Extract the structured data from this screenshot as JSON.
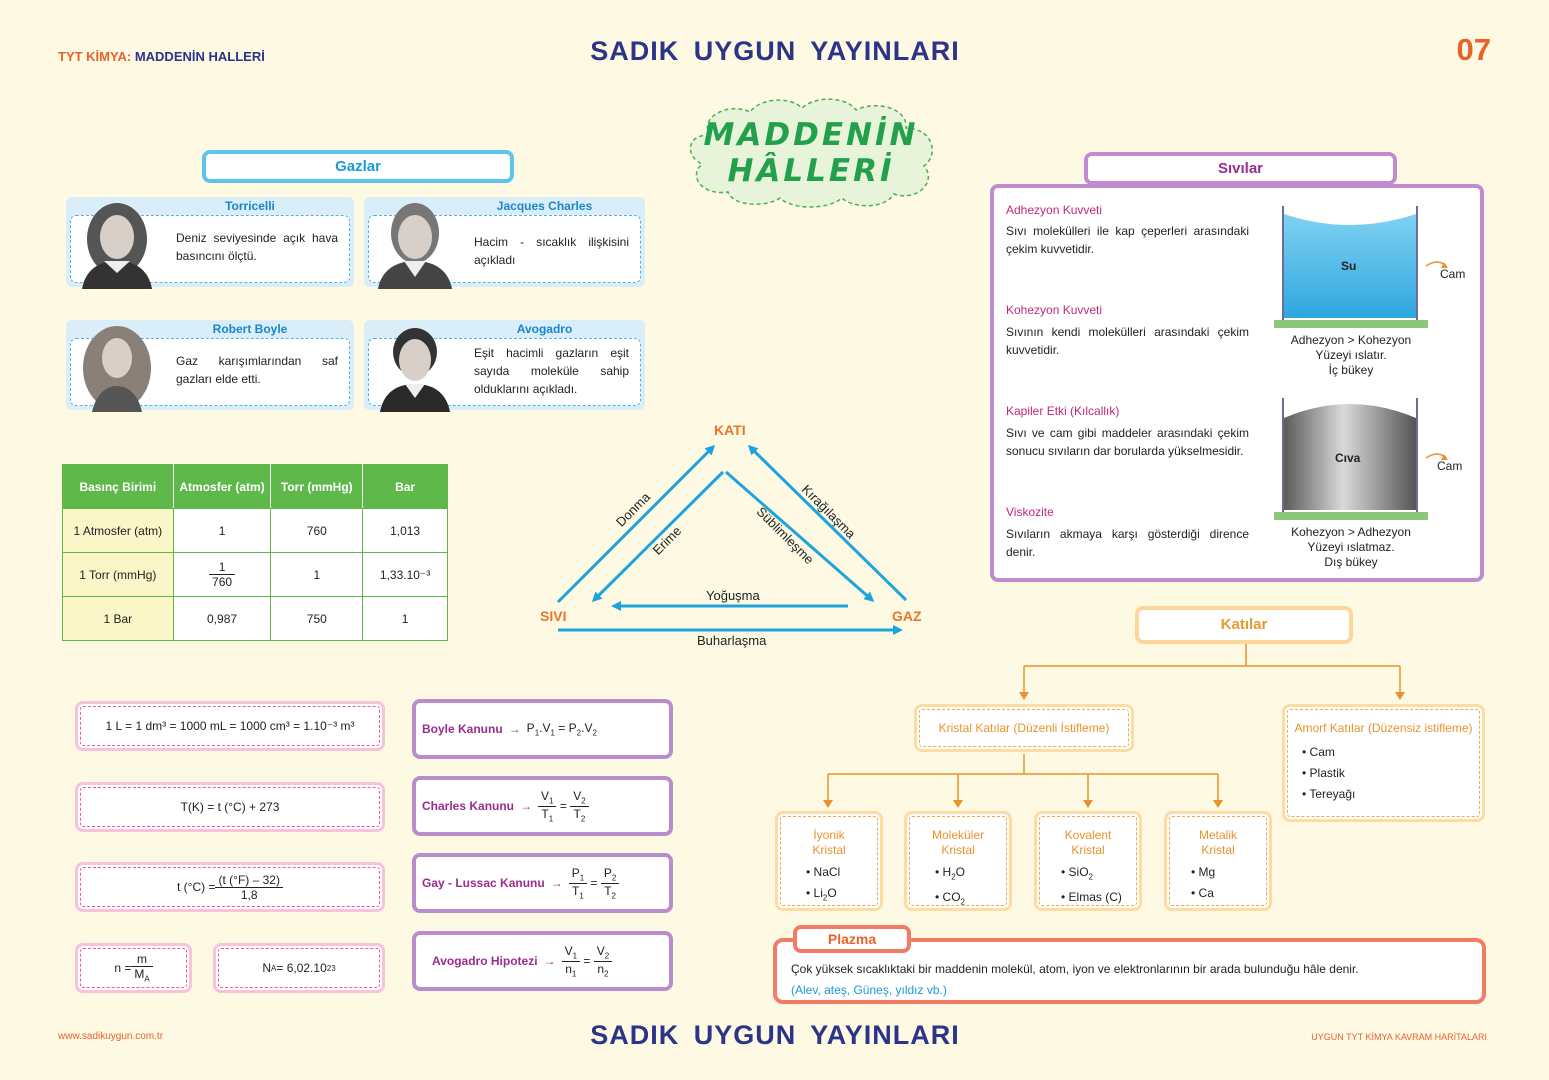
{
  "header": {
    "subject_prefix": "TYT KİMYA:",
    "subject_topic": "MADDENİN HALLERİ",
    "brand": "SADIK  UYGUN  YAYINLARI",
    "page_number": "07"
  },
  "title": {
    "line1": "MADDENİN",
    "line2": "HÂLLERİ"
  },
  "gases": {
    "heading": "Gazlar",
    "cards": [
      {
        "name": "Torricelli",
        "text": "Deniz seviyesinde açık hava basıncını ölçtü."
      },
      {
        "name": "Jacques Charles",
        "text": "Hacim - sıcaklık ilişkisini açıkladı"
      },
      {
        "name": "Robert Boyle",
        "text": "Gaz karışımlarından saf gazları elde etti."
      },
      {
        "name": "Avogadro",
        "text": "Eşit hacimli gazların eşit sayıda moleküle sahip olduklarını açıkladı."
      }
    ]
  },
  "pressure_table": {
    "headers": [
      "Basınç Birimi",
      "Atmosfer (atm)",
      "Torr (mmHg)",
      "Bar"
    ],
    "rows": [
      [
        "1 Atmosfer (atm)",
        "1",
        "760",
        "1,013"
      ],
      [
        "1 Torr (mmHg)",
        "",
        "1",
        "1,33.10⁻³"
      ],
      [
        "1 Bar",
        "0,987",
        "750",
        "1"
      ]
    ],
    "torr_atm_num": "1",
    "torr_atm_den": "760"
  },
  "formulas": {
    "volume": "1 L = 1 dm³ = 1000 mL = 1000 cm³ = 1.10⁻³ m³",
    "kelvin": "T(K) = t (°C) + 273",
    "celsius_lhs": "t (°C) =",
    "celsius_num": "(t (°F) – 32)",
    "celsius_den": "1,8",
    "mole_lhs": "n =",
    "mole_num": "m",
    "mole_den": "M",
    "mole_den_sub": "A",
    "avogadro_n": "N",
    "avogadro_sub": "A",
    "avogadro_val": " = 6,02.10",
    "avogadro_exp": "23"
  },
  "laws": [
    {
      "name": "Boyle Kanunu",
      "arrow": "→"
    },
    {
      "name": "Charles Kanunu",
      "arrow": "→"
    },
    {
      "name": "Gay - Lussac Kanunu",
      "arrow": "→"
    },
    {
      "name": "Avogadro Hipotezi",
      "arrow": "→"
    }
  ],
  "law_symbols": {
    "P": "P",
    "V": "V",
    "T": "T",
    "n": "n",
    "one": "1",
    "two": "2",
    "eq": "=",
    "dot": "."
  },
  "phase_diagram": {
    "solid": "KATI",
    "liquid": "SIVI",
    "gas": "GAZ",
    "freezing": "Donma",
    "melting": "Erime",
    "deposition": "Kırağılaşma",
    "sublimation": "Süblimleşme",
    "condensation": "Yoğuşma",
    "evaporation": "Buharlaşma"
  },
  "liquids": {
    "heading": "Sıvılar",
    "sections": [
      {
        "title": "Adhezyon Kuvveti",
        "text": "Sıvı molekülleri ile kap çeperleri arasındaki çekim kuvvetidir."
      },
      {
        "title": "Kohezyon Kuvveti",
        "text": "Sıvının kendi molekülleri arasındaki çekim kuvvetidir."
      },
      {
        "title": "Kapiler Etki (Kılcallık)",
        "text": "Sıvı ve cam gibi maddeler arasındaki çekim sonucu sıvıların dar borularda yükselmesidir."
      },
      {
        "title": "Viskozite",
        "text": "Sıvıların akmaya karşı gösterdiği dirence denir."
      }
    ],
    "water": {
      "label": "Su",
      "glass": "Cam",
      "cap1": "Adhezyon > Kohezyon",
      "cap2": "Yüzeyi ıslatır.",
      "cap3": "İç bükey"
    },
    "mercury": {
      "label": "Cıva",
      "glass": "Cam",
      "cap1": "Kohezyon > Adhezyon",
      "cap2": "Yüzeyi ıslatmaz.",
      "cap3": "Dış bükey"
    }
  },
  "solids": {
    "heading": "Katılar",
    "crystal": "Kristal Katılar (Düzenli İstifleme)",
    "amorphous": {
      "title": "Amorf Katılar (Düzensiz istifleme)",
      "items": [
        "• Cam",
        "• Plastik",
        "• Tereyağı"
      ]
    },
    "types": [
      {
        "title1": "İyonik",
        "title2": "Kristal"
      },
      {
        "title1": "Moleküler",
        "title2": "Kristal"
      },
      {
        "title1": "Kovalent",
        "title2": "Kristal"
      },
      {
        "title1": "Metalik",
        "title2": "Kristal"
      }
    ],
    "examples": {
      "nacl": "• NaCl",
      "li2o_a": "• Li",
      "li2o_b": "2",
      "li2o_c": "O",
      "h2o_a": "• H",
      "h2o_b": "2",
      "h2o_c": "O",
      "co2_a": "•  CO",
      "co2_b": "2",
      "sio2_a": "• SiO",
      "sio2_b": "2",
      "elmas": "• Elmas (C)",
      "mg": "• Mg",
      "ca": "• Ca"
    }
  },
  "plasma": {
    "heading": "Plazma",
    "text": "Çok yüksek sıcaklıktaki bir maddenin molekül, atom, iyon ve elektronlarının bir arada bulunduğu hâle denir.",
    "examples": "(Alev, ateş, Güneş, yıldız vb.)"
  },
  "footer": {
    "url": "www.sadikuygun.com.tr",
    "series": "UYGUN TYT KİMYA KAVRAM HARİTALARI",
    "brand": "SADIK  UYGUN  YAYINLARI"
  },
  "colors": {
    "brand_blue": "#2c3489",
    "accent_orange": "#e8622c",
    "title_green": "#22a04b",
    "gas_blue": "#1a9ad6",
    "liquid_purple": "#9b2c8f",
    "solid_orange": "#e79a2d",
    "table_green": "#5eb84a"
  }
}
